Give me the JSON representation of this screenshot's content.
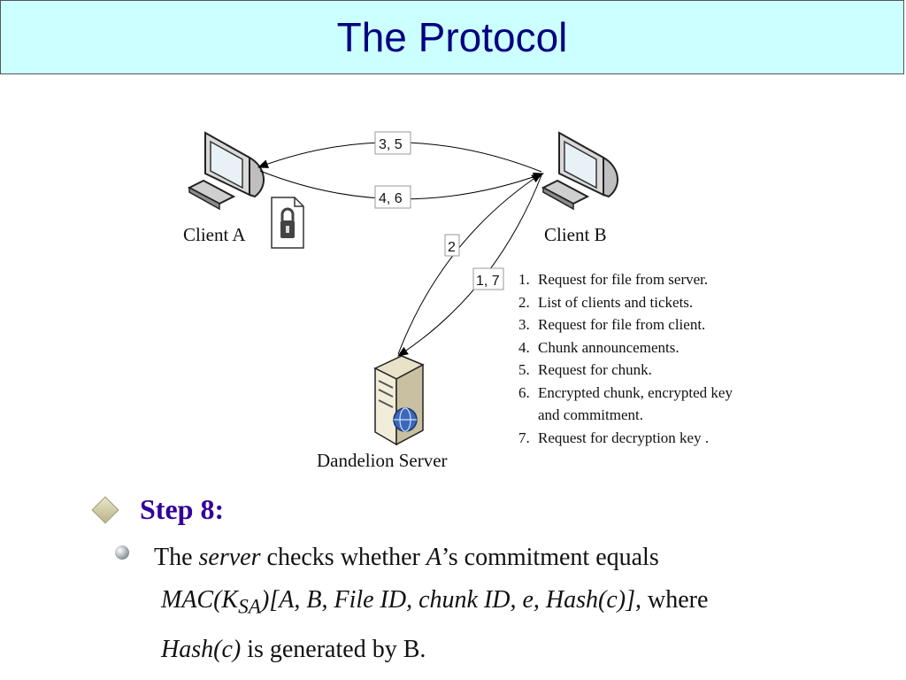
{
  "title": "The Protocol",
  "diagram": {
    "nodes": {
      "client_a": "Client A",
      "client_b": "Client B",
      "server": "Dandelion Server"
    },
    "edges": {
      "top": "3,  5",
      "middle": "4,  6",
      "server_to_b": "2",
      "b_to_server": "1, 7"
    },
    "icons": {
      "computer": "desktop-computer-icon",
      "lock": "locked-document-icon",
      "server": "server-tower-icon"
    }
  },
  "legend": [
    {
      "num": "1.",
      "text": "Request for file from server."
    },
    {
      "num": "2.",
      "text": "List of clients and tickets."
    },
    {
      "num": "3.",
      "text": "Request for file from client."
    },
    {
      "num": "4.",
      "text": "Chunk announcements."
    },
    {
      "num": "5.",
      "text": "Request for chunk."
    },
    {
      "num": "6.",
      "text": "Encrypted chunk,  encrypted key and commitment."
    },
    {
      "num": "7.",
      "text": "Request for decryption key ."
    }
  ],
  "step": {
    "title": "Step 8:",
    "line1": {
      "t1": "The ",
      "i1": "server",
      "t2": " checks whether ",
      "i2": "A",
      "t3": "’s commitment equals"
    },
    "line2": {
      "i1": "MAC(K",
      "sub": "SA",
      "i2": ")[A, B, File ID, chunk ID, e, Hash(c)],",
      "t1": " where"
    },
    "line3": {
      "i1": "Hash(c)",
      "t1": " is generated by B."
    }
  },
  "colors": {
    "title_bg": "#ccffff",
    "title_text": "#000080",
    "step_title": "#330099"
  }
}
